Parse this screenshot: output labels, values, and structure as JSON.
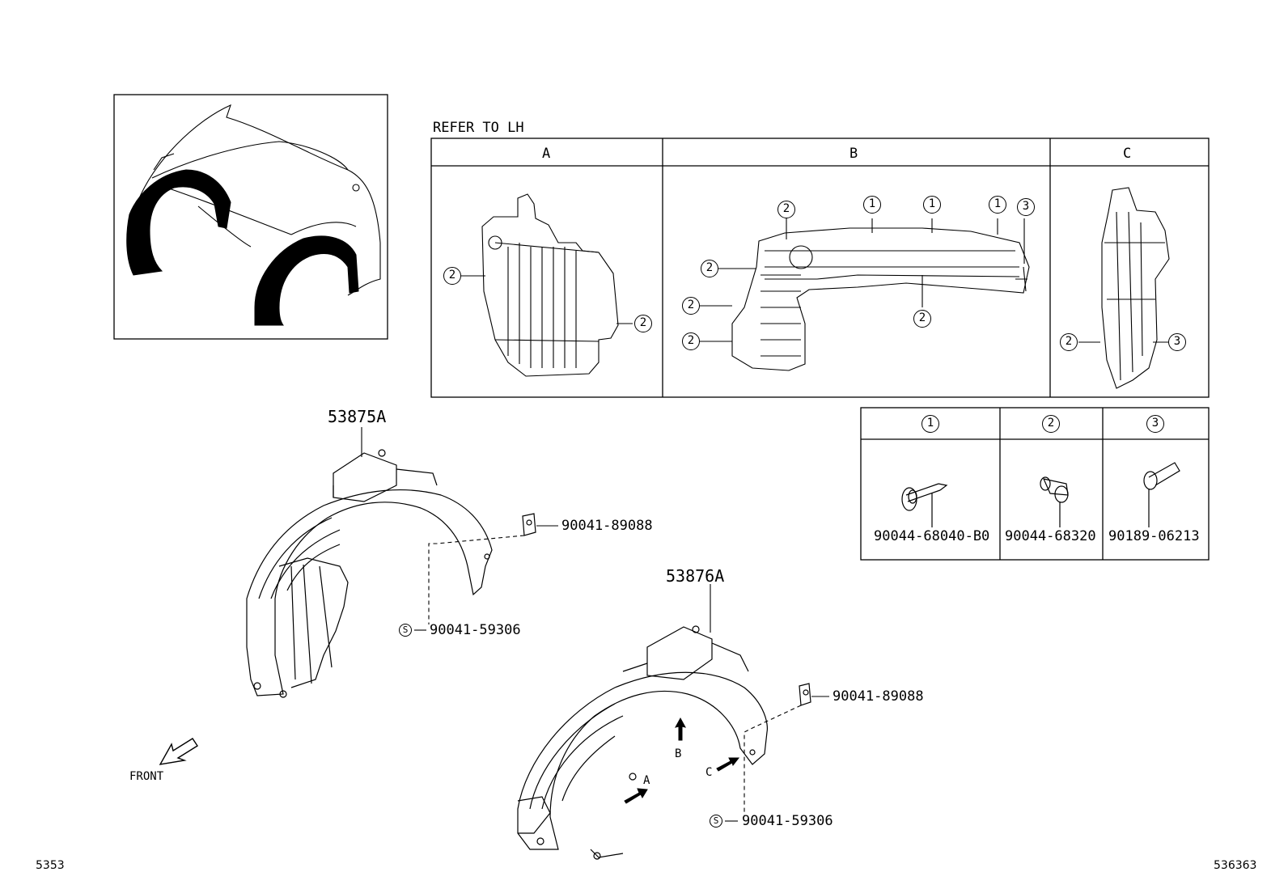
{
  "header": {
    "refer_text": "REFER TO LH"
  },
  "detail_table": {
    "columns": [
      "A",
      "B",
      "C"
    ]
  },
  "fastener_table": {
    "columns": [
      {
        "marker": "1",
        "part_number": "90044-68040-B0"
      },
      {
        "marker": "2",
        "part_number": "90044-68320"
      },
      {
        "marker": "3",
        "part_number": "90189-06213"
      }
    ]
  },
  "detail_callouts": {
    "a_left": "2",
    "a_right": "2",
    "b_top_2": "2",
    "b_top_1a": "1",
    "b_top_1b": "1",
    "b_top_1c": "1",
    "b_top_3": "3",
    "b_left_1": "2",
    "b_left_2": "2",
    "b_left_3": "2",
    "b_bottom": "2",
    "c_left": "2",
    "c_right": "3"
  },
  "parts": {
    "liner_upper": "53875A",
    "liner_lower": "53876A",
    "clip_upper": "90041-89088",
    "screw_upper": "90041-59306",
    "clip_lower": "90041-89088",
    "screw_lower": "90041-59306",
    "screw_marker": "S"
  },
  "view_arrows": {
    "a": "A",
    "b": "B",
    "c": "C"
  },
  "front_label": "FRONT",
  "footer": {
    "left_code": "5353",
    "right_code": "536363"
  }
}
